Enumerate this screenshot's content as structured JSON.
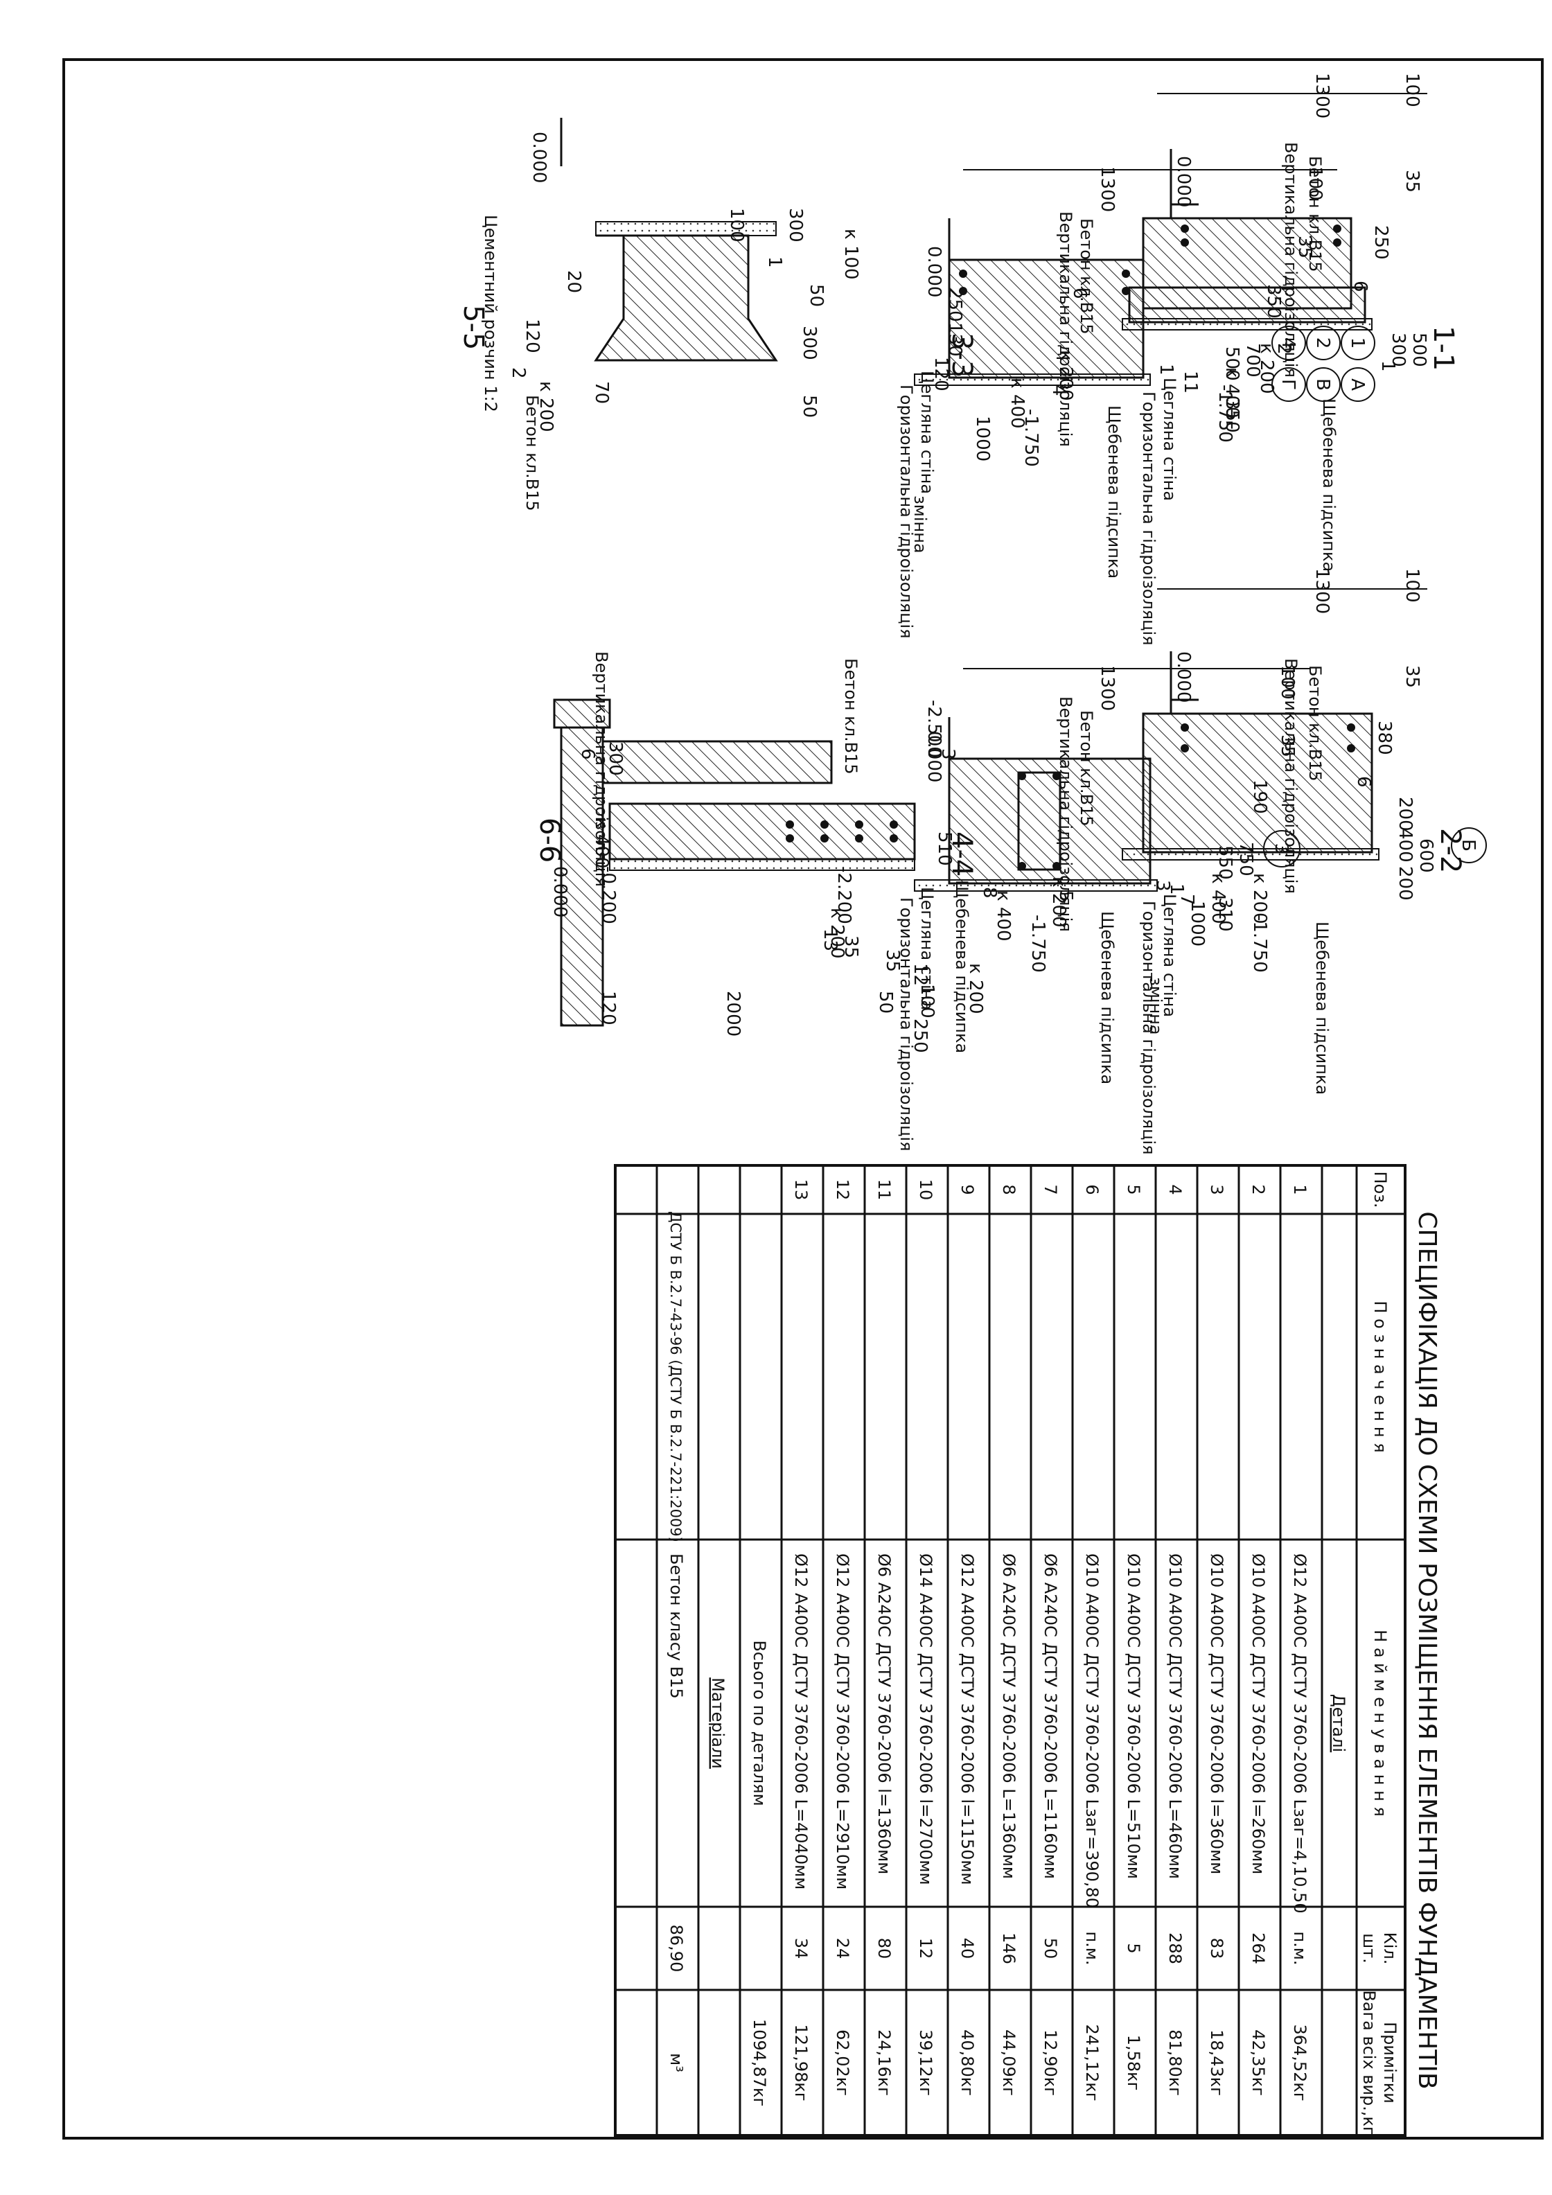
{
  "spec_table": {
    "title": "СПЕЦИФІКАЦІЯ ДО СХЕМИ РОЗМІЩЕННЯ ЕЛЕМЕНТІВ ФУНДАМЕНТІВ",
    "headers": {
      "pos": "Поз.",
      "designation": "П о з н а ч е н н я",
      "name": "Н а й м е н у в а н н я",
      "qty_line1": "Кіл.",
      "qty_line2": "шт.",
      "note_line1": "Примітки",
      "note_line2": "Вага всіх вир.,кг"
    },
    "section_details": "Деталі",
    "rows": [
      {
        "pos": "1",
        "name": "Ø12 A400C ДСТУ 3760-2006 Lзаг=4,10,50",
        "qty": "п.м.",
        "note": "364,52кг"
      },
      {
        "pos": "2",
        "name": "Ø10 A400C ДСТУ 3760-2006 l=260мм",
        "qty": "264",
        "note": "42,35кг"
      },
      {
        "pos": "3",
        "name": "Ø10 A400C ДСТУ 3760-2006 l=360мм",
        "qty": "83",
        "note": "18,43кг"
      },
      {
        "pos": "4",
        "name": "Ø10 A400C ДСТУ 3760-2006 L=460мм",
        "qty": "288",
        "note": "81,80кг"
      },
      {
        "pos": "5",
        "name": "Ø10 A400C ДСТУ 3760-2006 L=510мм",
        "qty": "5",
        "note": "1,58кг"
      },
      {
        "pos": "6",
        "name": "Ø10 A400C ДСТУ 3760-2006 Lзаг=390,80",
        "qty": "п.м.",
        "note": "241,12кг"
      },
      {
        "pos": "7",
        "name": "Ø6 A240C ДСТУ 3760-2006 L=1160мм",
        "qty": "50",
        "note": "12,90кг"
      },
      {
        "pos": "8",
        "name": "Ø6 A240C ДСТУ 3760-2006 L=1360мм",
        "qty": "146",
        "note": "44,09кг"
      },
      {
        "pos": "9",
        "name": "Ø12 A400C ДСТУ 3760-2006 l=1150мм",
        "qty": "40",
        "note": "40,80кг"
      },
      {
        "pos": "10",
        "name": "Ø14 A400C ДСТУ 3760-2006 l=2700мм",
        "qty": "12",
        "note": "39,12кг"
      },
      {
        "pos": "11",
        "name": "Ø6 A240C ДСТУ 3760-2006 l=1360мм",
        "qty": "80",
        "note": "24,16кг"
      },
      {
        "pos": "12",
        "name": "Ø12 A400C ДСТУ 3760-2006 L=2910мм",
        "qty": "24",
        "note": "62,02кг"
      },
      {
        "pos": "13",
        "name": "Ø12 A400C ДСТУ 3760-2006 L=4040мм",
        "qty": "34",
        "note": "121,98кг"
      }
    ],
    "total_details_label": "Всього по деталям",
    "total_details_value": "1094,87кг",
    "section_materials": "Матеріали",
    "material": {
      "designation": "ДСТУ Б В.2.7-43-96 (ДСТУ Б В.2.7-221:2009)",
      "name": "Бетон класу В15",
      "qty": "86,90",
      "unit": "м³"
    }
  },
  "sections": {
    "s11": {
      "title": "1-1",
      "dims": {
        "d100": "100",
        "d1300": "1300",
        "d35": "35",
        "d250": "250",
        "d300": "300",
        "d500": "500",
        "k200": "к 200",
        "k400": "к 400",
        "lvl0": "0.000",
        "lvl1750": "-1.750"
      },
      "labels": {
        "concrete": "Бетон кл.В15",
        "vert_iso": "Вертикальна гідроізоляція",
        "brick": "Цегляна стіна",
        "hor_iso": "Горизонтальна гідроізоляція",
        "gravel": "Щебенева підсипка"
      },
      "marks": {
        "m1": "1",
        "m2": "2",
        "m6": "6",
        "m11": "11"
      }
    },
    "s22": {
      "title": "2-2",
      "dims": {
        "d100": "100",
        "d1300": "1300",
        "d35": "35",
        "d380": "380",
        "d200a": "200",
        "d400": "400",
        "d200b": "200",
        "d600": "600",
        "k200": "к 200",
        "k400": "к 400",
        "d1000": "1000",
        "lvl0": "0.000",
        "lvl1750": "-1.750"
      },
      "labels": {
        "concrete": "Бетон кл.В15",
        "vert_iso": "Вертикальна гідроізоляція",
        "brick": "Цегляна стіна",
        "hor_iso": "Горизонтальна гідроізоляція",
        "gravel": "Щебенева підсипка",
        "var": "змінна"
      },
      "marks": {
        "m3": "3",
        "m6": "6",
        "m7": "7",
        "axis": "Б"
      }
    },
    "s33": {
      "title": "3-3",
      "dims": {
        "d100": "100",
        "d1300": "1300",
        "d35": "35",
        "d250": "250",
        "d130": "130",
        "d120": "120",
        "d350a": "350",
        "d500": "500",
        "d700": "700",
        "d350b": "350",
        "k200": "к 200",
        "k400": "к 400",
        "d1000": "1000",
        "lvl0": "0.000",
        "lvl1750": "-1.750"
      },
      "labels": {
        "concrete": "Бетон кл.В15",
        "vert_iso": "Вертикальна гідроізоляція",
        "brick": "Цегляна стіна",
        "hor_iso": "Горизонтальна гідроізоляція",
        "gravel": "Щебенева підсипка",
        "var": "змінна"
      },
      "marks": {
        "m1": "1",
        "m4": "4",
        "m6": "6"
      },
      "axes": [
        "1",
        "2",
        "4",
        "А",
        "В",
        "Г"
      ]
    },
    "s44": {
      "title": "4-4",
      "dims": {
        "d100": "100",
        "d1300": "1300",
        "d35": "35",
        "d510": "510",
        "d190": "190",
        "d550": "550",
        "d750": "750",
        "d310": "310",
        "k200": "к 200",
        "k400": "к 400",
        "lvl0": "0.000",
        "lvl1750": "-1.750"
      },
      "labels": {
        "concrete": "Бетон кл.В15",
        "vert_iso": "Вертикальна гідроізоляція",
        "brick": "Цегляна стіна",
        "hor_iso": "Горизонтальна гідроізоляція",
        "gravel": "Щебенева підсипка"
      },
      "marks": {
        "m1": "1",
        "m5": "5",
        "m8": "8",
        "axis": "3"
      }
    },
    "s55": {
      "title": "5-5",
      "dims": {
        "d300a": "300",
        "d100": "100",
        "d20": "20",
        "d120": "120",
        "k100": "к 100",
        "d50a": "50",
        "d300b": "300",
        "d50b": "50",
        "d70": "70",
        "k200": "к 200",
        "lvl0": "0.000"
      },
      "labels": {
        "mortar": "Цементний розчин 1:2",
        "concrete": "Бетон кл.В15"
      },
      "marks": {
        "m1": "1",
        "m2": "2"
      }
    },
    "s66": {
      "title": "6-6",
      "dims": {
        "lvl2500": "-2.500",
        "lvl2200": "-2.200",
        "lvl200": "-0.200",
        "lvl0": "0.000",
        "d300": "300",
        "k400": "к 400",
        "k200a": "к 200",
        "k200b": "к 200",
        "d35a": "35",
        "d35b": "35",
        "d12": "12",
        "d100": "100",
        "d50": "50",
        "d2000": "2000",
        "d120": "120",
        "d250": "250"
      },
      "labels": {
        "concrete": "Бетон кл.В15",
        "vert_iso": "Вертикальна гідроізоляція",
        "gravel": "Щебенева підсипка"
      },
      "marks": {
        "m3": "3",
        "m6": "6",
        "m13": "13"
      }
    }
  }
}
